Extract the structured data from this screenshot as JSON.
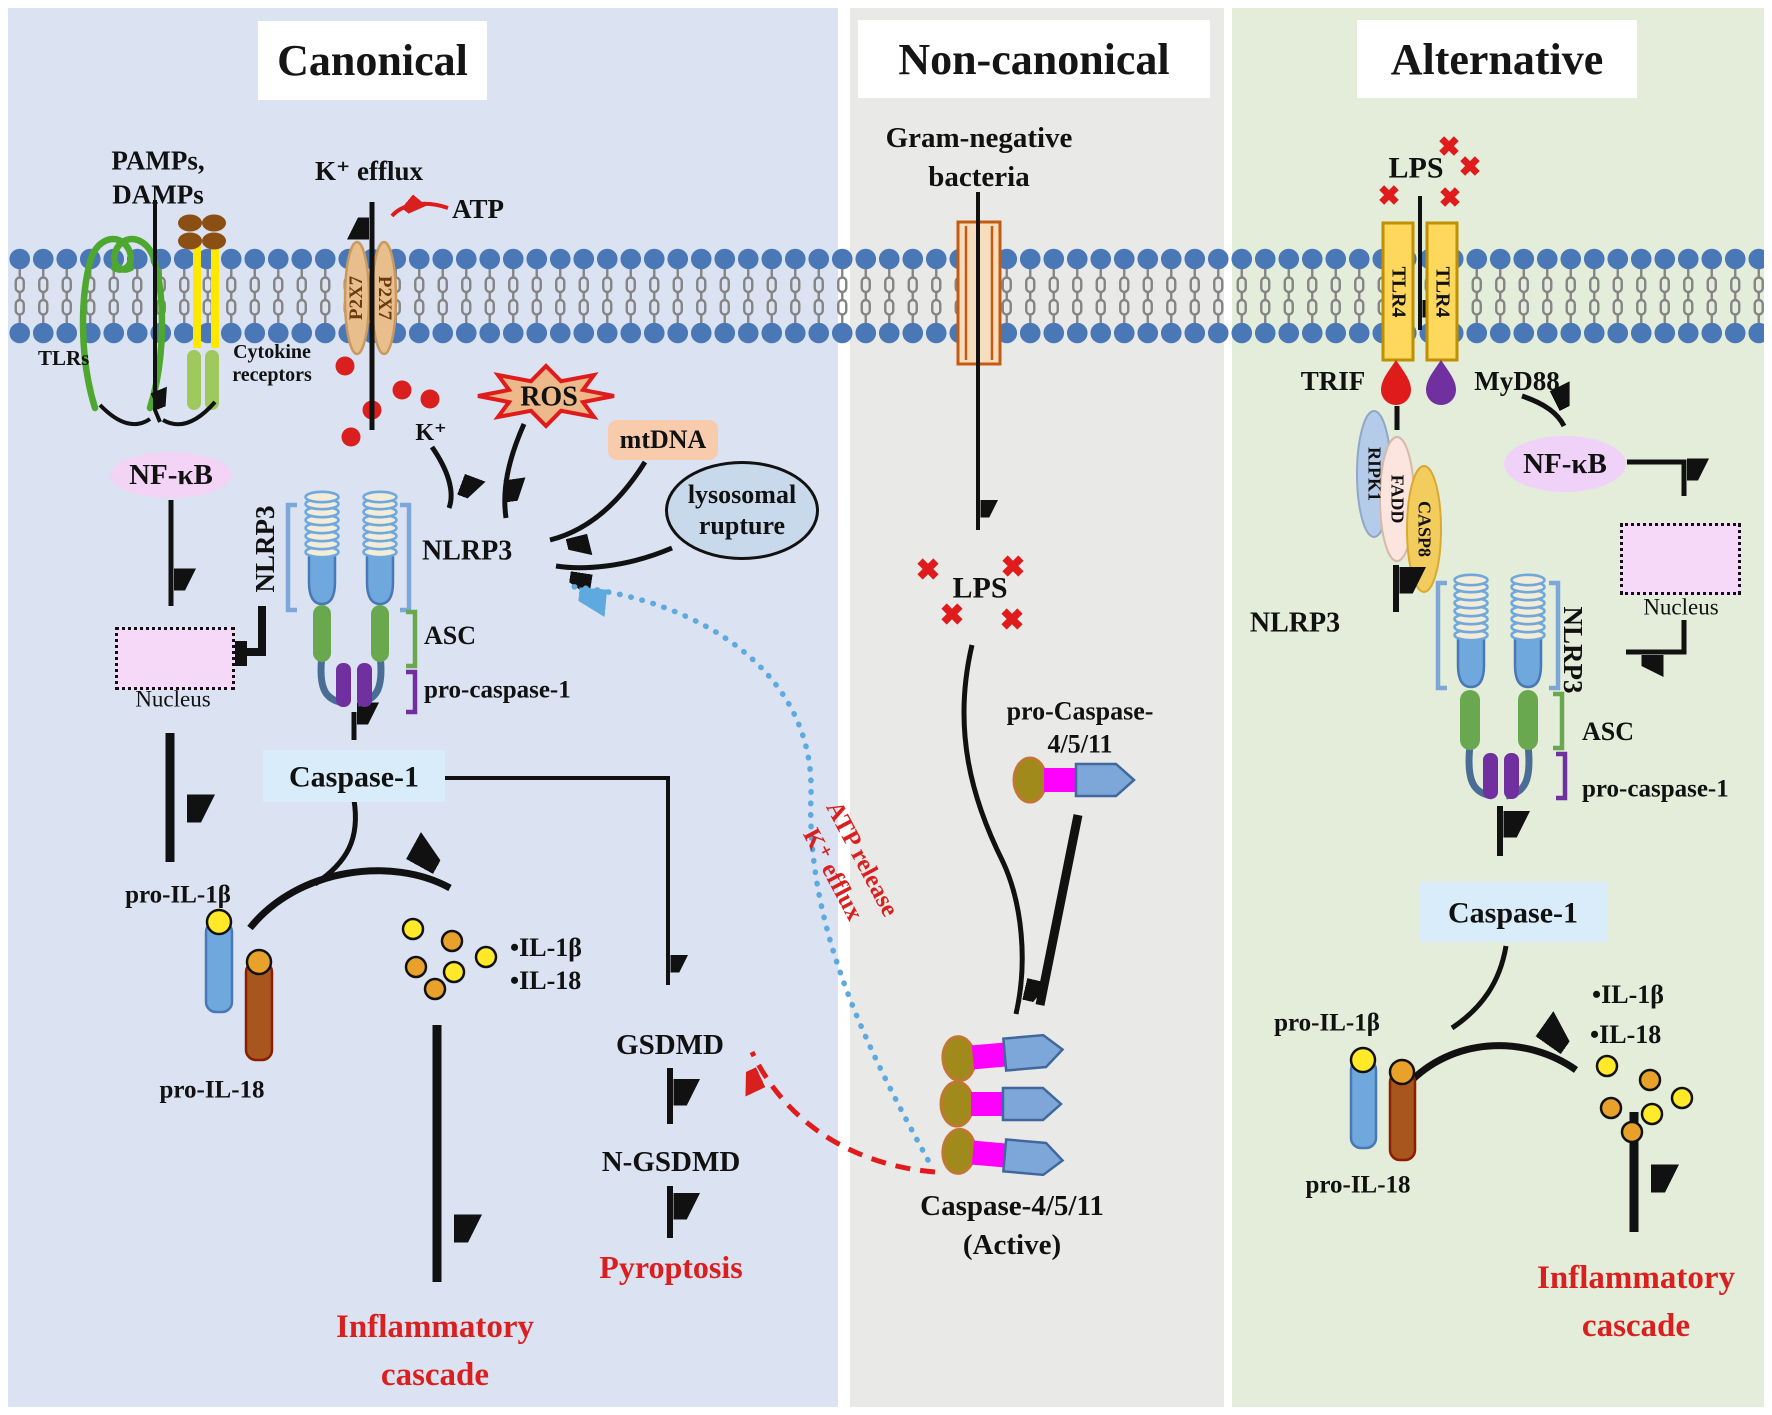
{
  "colors": {
    "canonical_panel": "#dbe3f2",
    "non_canonical_panel": "#e9e9e8",
    "alternative_panel": "#e3edda",
    "membrane_blue": "#4a77b5",
    "accent_red": "#da1f1f",
    "caspase_box_blue": "#d9ecf9",
    "nfkb_pink": "#f3d4f6",
    "nucleus_pink": "#f6d9f9"
  },
  "canonical": {
    "title": "Canonical",
    "pamps_damps": "PAMPs,\nDAMPs",
    "k_efflux": "K⁺ efflux",
    "atp": "ATP",
    "tlrs": "TLRs",
    "cytokine_receptors": "Cytokine\nreceptors",
    "p2x7": "P2X7",
    "k_plus": "K⁺",
    "ros": "ROS",
    "mtdna": "mtDNA",
    "lysosomal_rupture": "lysosomal\nrupture",
    "nfkb": "NF-κB",
    "nucleus": "Nucleus",
    "nlrp3_side": "NLRP3",
    "nlrp3": "NLRP3",
    "asc": "ASC",
    "pro_caspase_1": "pro-caspase-1",
    "caspase_1": "Caspase-1",
    "pro_il_1b": "pro-IL-1β",
    "pro_il_18": "pro-IL-18",
    "il_1b": "•IL-1β",
    "il_18": "•IL-18",
    "gsdmd": "GSDMD",
    "n_gsdmd": "N-GSDMD",
    "pyroptosis": "Pyroptosis",
    "inflammatory_cascade": "Inflammatory\ncascade"
  },
  "non_canonical": {
    "title": "Non-canonical",
    "gram_negative": "Gram-negative\nbacteria",
    "lps": "LPS",
    "pro_caspase_4_5_11": "pro-Caspase-\n4/5/11",
    "atp_release": "ATP release",
    "k_efflux": "K⁺ efflux",
    "caspase_active": "Caspase-4/5/11\n(Active)"
  },
  "alternative": {
    "title": "Alternative",
    "lps": "LPS",
    "tlr4": "TLR4",
    "trif": "TRIF",
    "myd88": "MyD88",
    "ripk1": "RIPK1",
    "fadd": "FADD",
    "casp8": "CASP8",
    "nfkb": "NF-κB",
    "nucleus": "Nucleus",
    "nlrp3": "NLRP3",
    "nlrp3_side": "NLRP3",
    "asc": "ASC",
    "pro_caspase_1": "pro-caspase-1",
    "caspase_1": "Caspase-1",
    "il_1b": "•IL-1β",
    "il_18": "•IL-18",
    "pro_il_1b": "pro-IL-1β",
    "pro_il_18": "pro-IL-18",
    "inflammatory_cascade": "Inflammatory\ncascade"
  }
}
